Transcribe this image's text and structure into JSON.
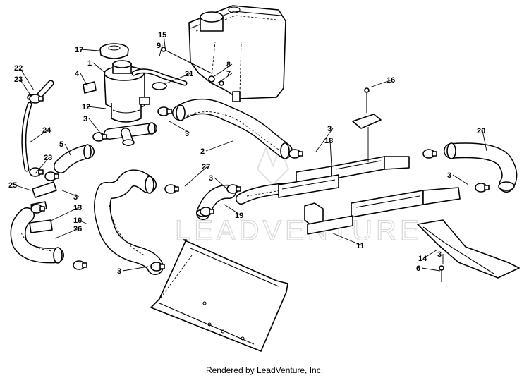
{
  "watermark": "LEADVENTURE",
  "footer": "Rendered by LeadVenture, Inc.",
  "callouts": [
    "1",
    "2",
    "3",
    "3",
    "3",
    "3",
    "3",
    "3",
    "3",
    "3",
    "4",
    "5",
    "6",
    "7",
    "8",
    "9",
    "10",
    "11",
    "12",
    "13",
    "14",
    "15",
    "16",
    "17",
    "18",
    "19",
    "20",
    "21",
    "22",
    "23",
    "23",
    "24",
    "25",
    "26",
    "27"
  ],
  "parts": {
    "reservoir_tank": "coolant-reservoir",
    "radiator_cap": "radiator-cap",
    "heat_exchanger": "heat-exchanger-plate",
    "tunnel_exchangers": "tunnel-heat-exchangers",
    "skid_plate": "rear-heat-exchanger-guard"
  }
}
